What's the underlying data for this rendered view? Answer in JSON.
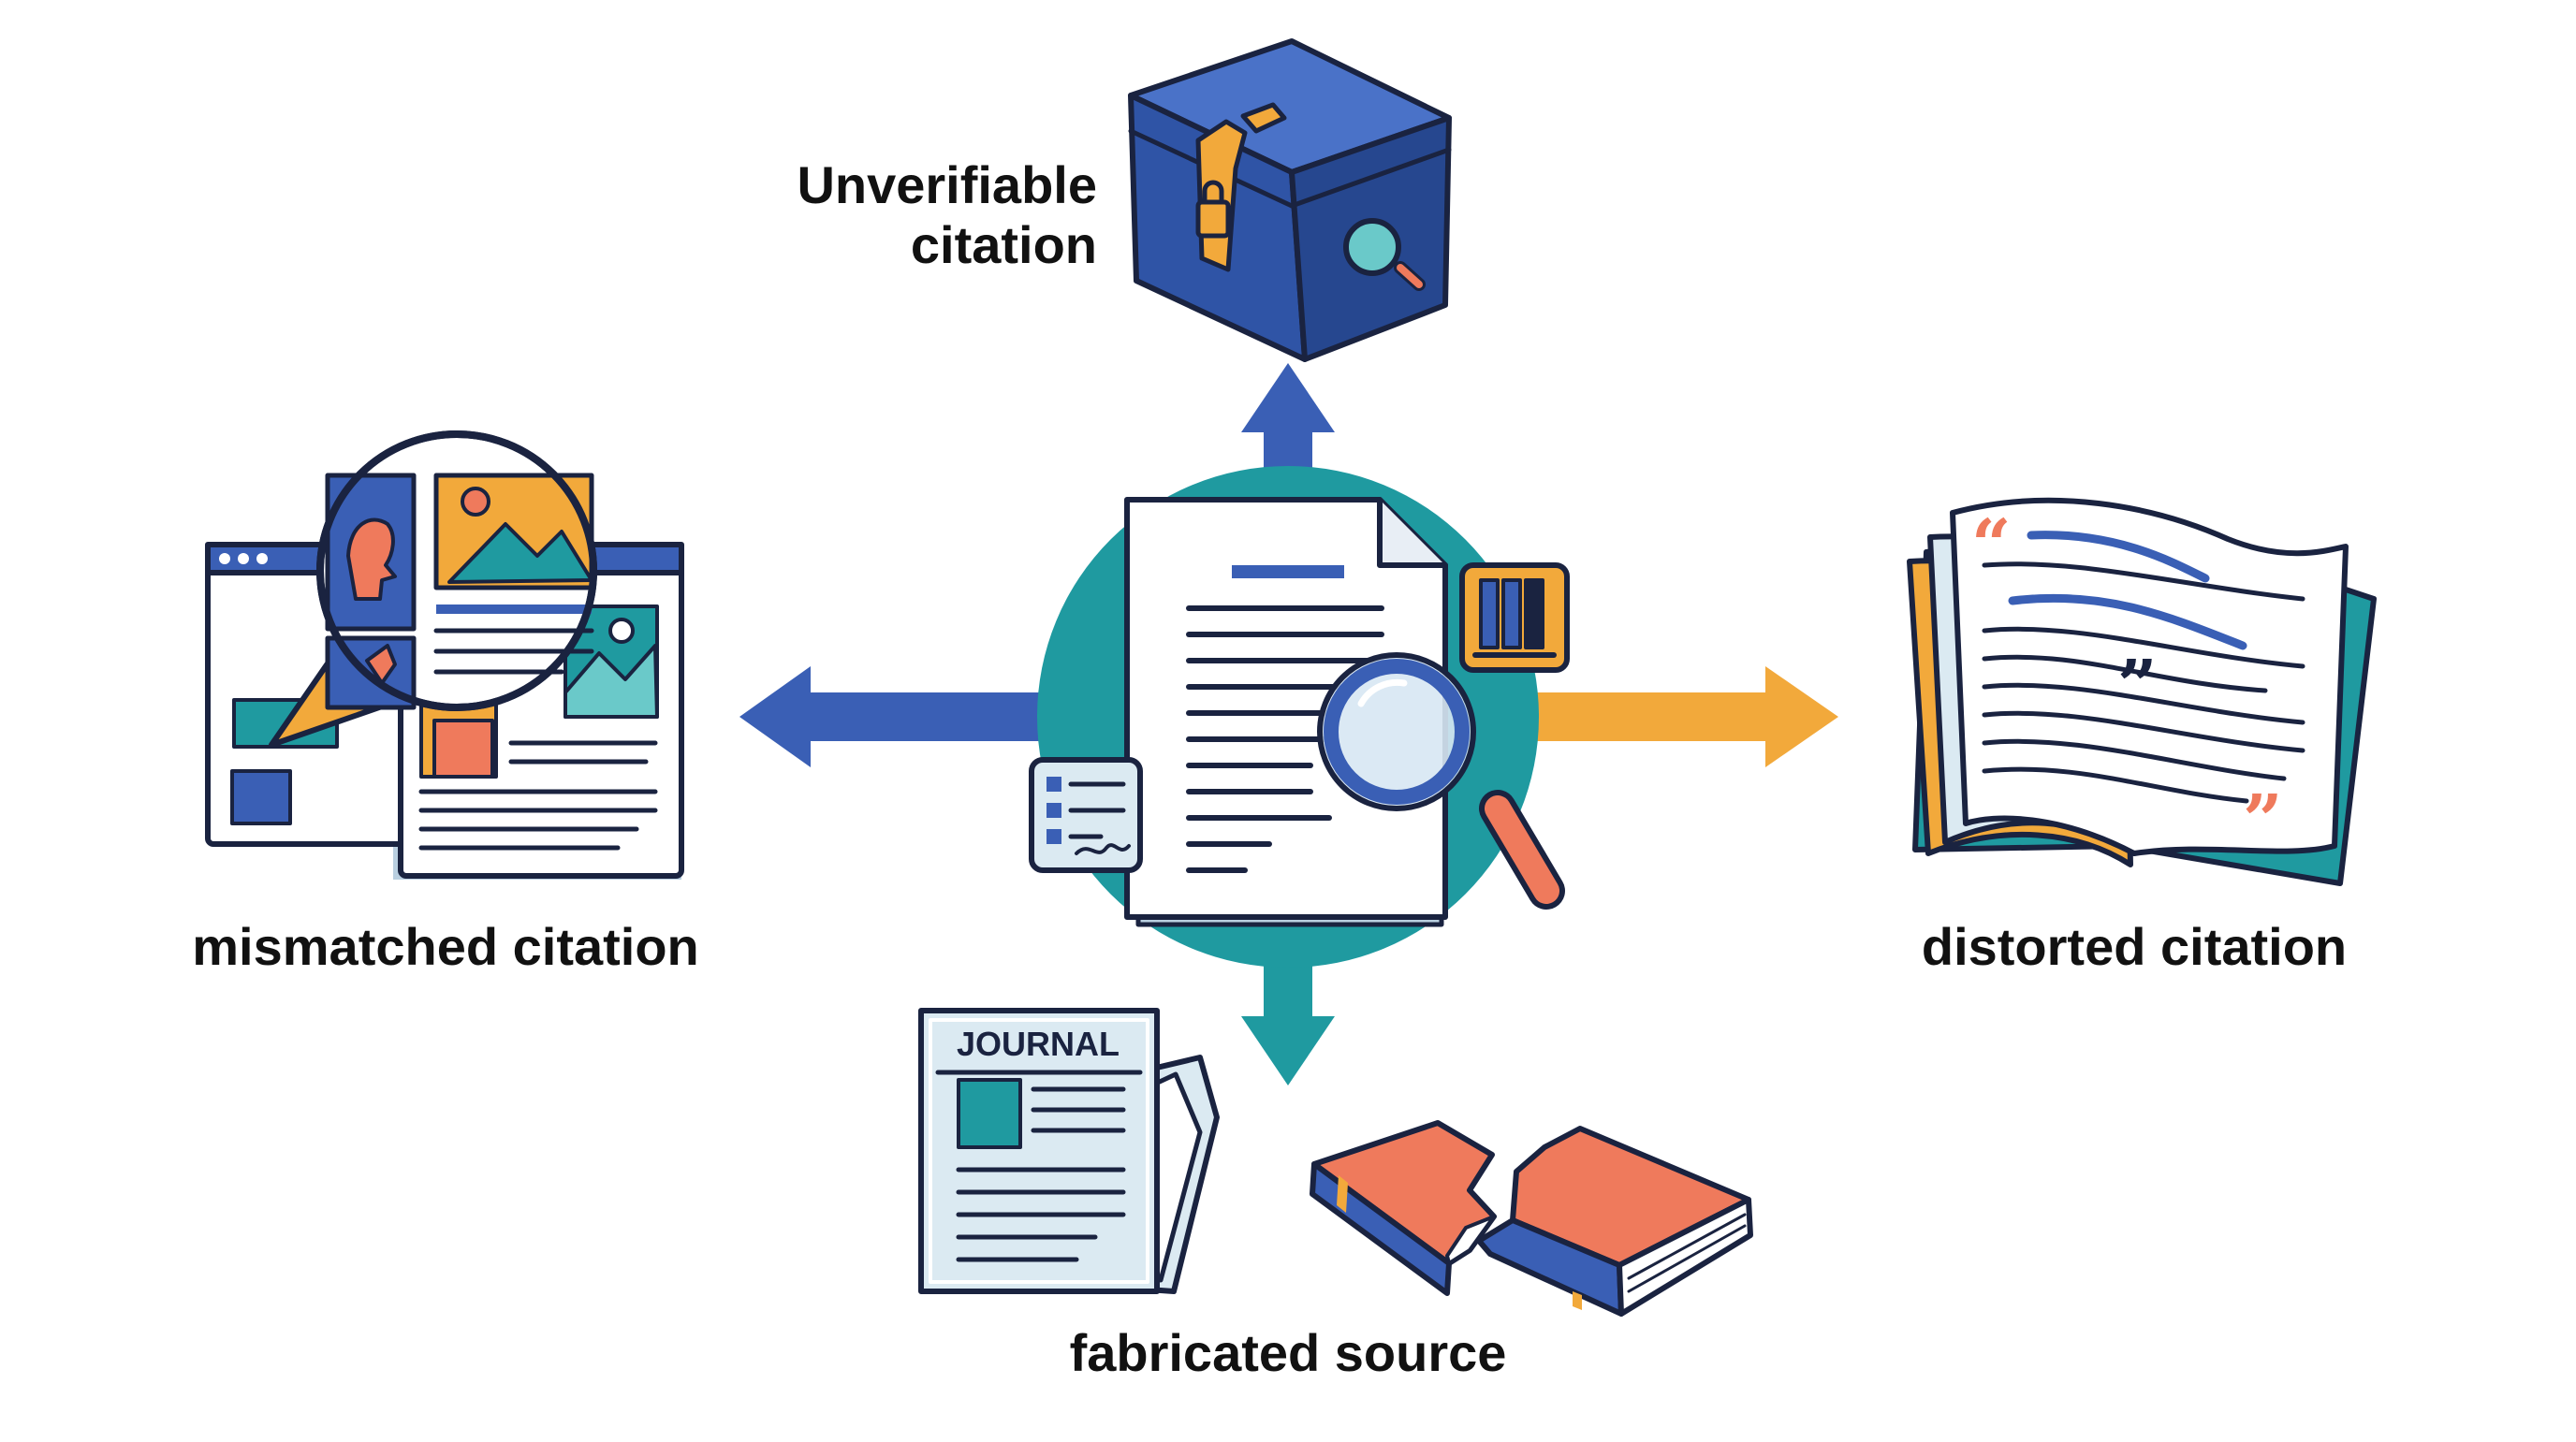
{
  "labels": {
    "top": [
      "Unverifiable",
      "citation"
    ],
    "left": "mismatched citation",
    "right": "distorted citation",
    "bottom": "fabricated source",
    "journal": "JOURNAL"
  },
  "colors": {
    "blue": "#3a5fb5",
    "navy": "#1a2340",
    "teal": "#1f9aa0",
    "orange": "#f2a93b",
    "coral": "#ef7a5c",
    "paleBlue": "#dbeaf2"
  }
}
